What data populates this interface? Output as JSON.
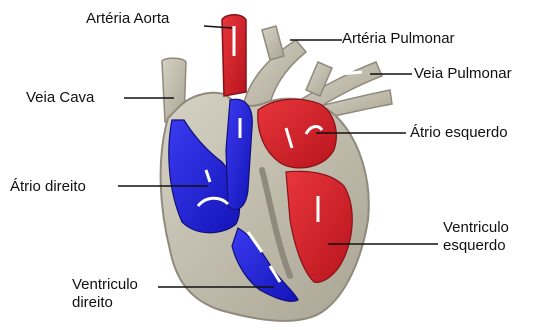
{
  "labels": {
    "arteria_aorta": "Artéria Aorta",
    "arteria_pulmonar": "Artéria Pulmonar",
    "veia_pulmonar": "Veia Pulmonar",
    "veia_cava": "Veia Cava",
    "atrio_esquerdo": "Átrio esquerdo",
    "atrio_direito": "Átrio direito",
    "ventriculo_esquerdo_line1": "Ventriculo",
    "ventriculo_esquerdo_line2": "esquerdo",
    "ventriculo_direito_line1": "Ventriculo",
    "ventriculo_direito_line2": "direito"
  },
  "colors": {
    "background": "#ffffff",
    "vessel_tissue": "#bdb8a8",
    "vessel_shadow": "#8f8a7c",
    "oxygenated_blood": "#d2202a",
    "deoxygenated_blood": "#2222d8",
    "flow_arrow": "#ffffff",
    "leader_line": "#111111"
  }
}
